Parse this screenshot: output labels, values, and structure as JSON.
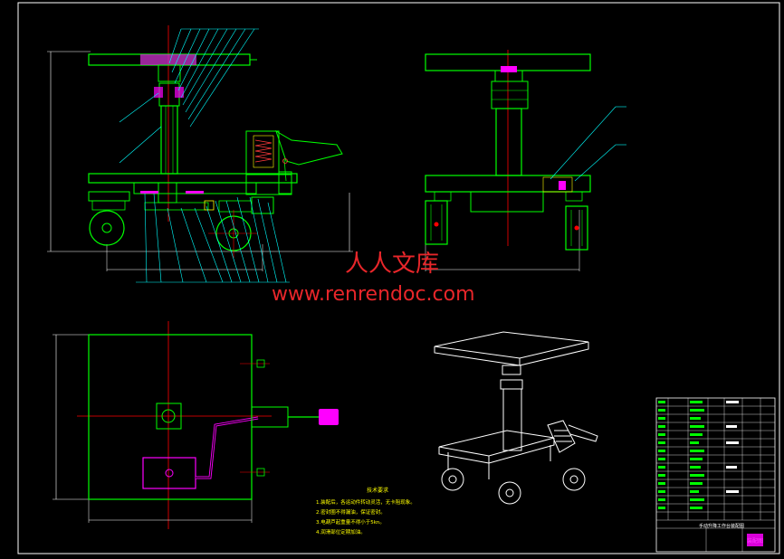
{
  "watermark": {
    "brand_cn": "人人文库",
    "url": "www.renrendoc.com"
  },
  "technical_notes": {
    "title": "技术要求",
    "items": [
      "1.装配后，各运动件转动灵活，无卡阻现象。",
      "2.密封圈不得漏油，保证密封。",
      "3.电葫芦起重量不得小于5kn。",
      "4.润滑部位定期加油。"
    ]
  },
  "title_block": {
    "drawing_name": "手动升降工作台装配图",
    "stamp": "装配图"
  },
  "colors": {
    "background": "#000000",
    "outline": "#00ff00",
    "section": "#ff00ff",
    "centerline": "#ff0000",
    "leader": "#00ffff",
    "dimension": "#ffffff",
    "highlight": "#ffff00"
  }
}
